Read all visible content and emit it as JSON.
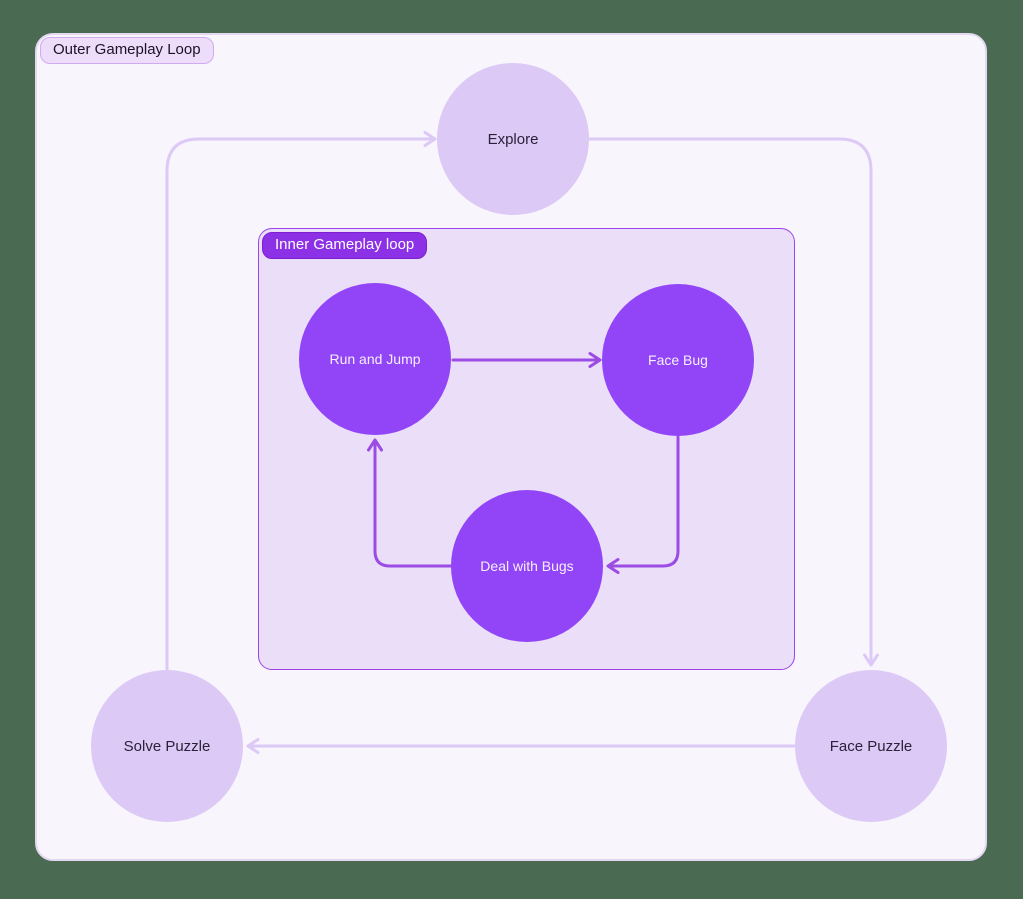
{
  "diagram": {
    "type": "flowchart",
    "outer_loop": {
      "label": "Outer Gameplay Loop",
      "nodes": {
        "explore": {
          "label": "Explore"
        },
        "face_puzzle": {
          "label": "Face Puzzle"
        },
        "solve_puzzle": {
          "label": "Solve Puzzle"
        }
      },
      "edges": [
        {
          "from": "Solve Puzzle",
          "to": "Explore"
        },
        {
          "from": "Explore",
          "to": "Face Puzzle"
        },
        {
          "from": "Face Puzzle",
          "to": "Solve Puzzle"
        }
      ]
    },
    "inner_loop": {
      "label": "Inner Gameplay loop",
      "nodes": {
        "run_and_jump": {
          "label": "Run and Jump"
        },
        "face_bug": {
          "label": "Face Bug"
        },
        "deal_with_bugs": {
          "label": "Deal with Bugs"
        }
      },
      "edges": [
        {
          "from": "Run and Jump",
          "to": "Face Bug"
        },
        {
          "from": "Face Bug",
          "to": "Deal with Bugs"
        },
        {
          "from": "Deal with Bugs",
          "to": "Run and Jump"
        }
      ]
    },
    "colors": {
      "page_background": "#4a6b51",
      "canvas_background": "#f8f5fc",
      "outer_node_fill": "#ddc9f6",
      "outer_edge_stroke": "#ddc9f6",
      "outer_label_bg": "#eedcfb",
      "inner_panel_fill": "#ebdef8",
      "inner_panel_border": "#9d44e9",
      "inner_node_fill": "#9245f7",
      "inner_edge_stroke": "#9b4ce4",
      "inner_label_bg": "#8d31e6"
    }
  }
}
